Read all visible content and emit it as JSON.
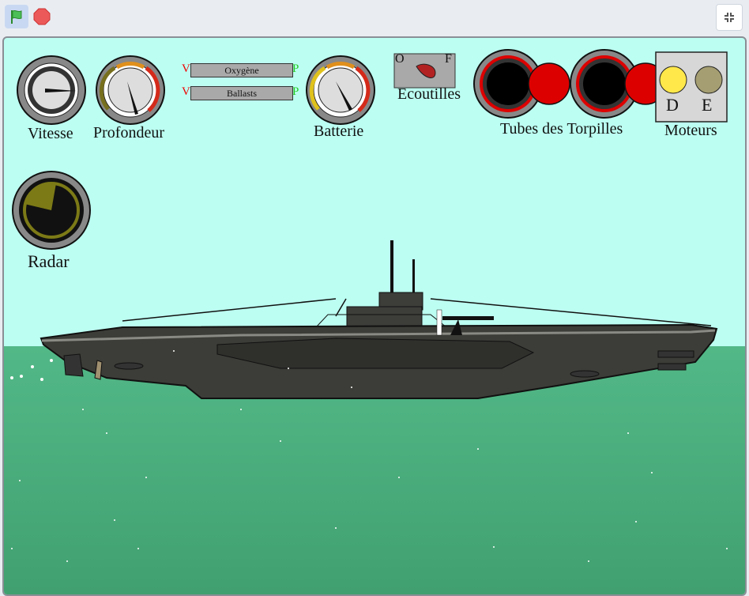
{
  "controls": {
    "green_flag": "green-flag",
    "stop": "stop",
    "fullscreen": "exit-fullscreen"
  },
  "gauges": {
    "vitesse": "Vitesse",
    "profondeur": "Profondeur",
    "batterie": "Batterie",
    "radar": "Radar"
  },
  "bars": {
    "oxygen": "Oxygène",
    "ballasts": "Ballasts",
    "left_mark": "V",
    "right_mark": "P"
  },
  "hatches": {
    "label": "Ecoutilles",
    "open": "O",
    "closed": "F"
  },
  "torpedoes": {
    "label": "Tubes des Torpilles"
  },
  "motors": {
    "label": "Moteurs",
    "diesel": "D",
    "electric": "E"
  },
  "colors": {
    "sky": "#bcfff2",
    "sea": "#4cb07f",
    "hull": "#3c3c38"
  }
}
